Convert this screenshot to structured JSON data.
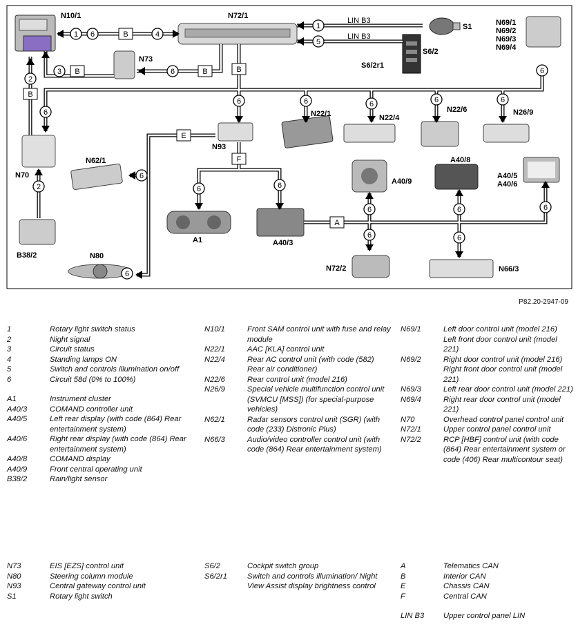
{
  "diagram": {
    "labels": {
      "N10_1": "N10/1",
      "N72_1": "N72/1",
      "S1": "S1",
      "S6_2": "S6/2",
      "S6_2r1": "S6/2r1",
      "N69_block": [
        "N69/1",
        "N69/2",
        "N69/3",
        "N69/4"
      ],
      "N73": "N73",
      "N70": "N70",
      "B38_2": "B38/2",
      "N62_1": "N62/1",
      "N80": "N80",
      "N93": "N93",
      "N22_1": "N22/1",
      "N22_4": "N22/4",
      "N22_6": "N22/6",
      "N26_9": "N26/9",
      "A1": "A1",
      "A40_3": "A40/3",
      "A40_9": "A40/9",
      "A40_8": "A40/8",
      "A40_5_6": [
        "A40/5",
        "A40/6"
      ],
      "N72_2": "N72/2",
      "N66_3": "N66/3",
      "lin1": "LIN B3",
      "lin2": "LIN B3"
    },
    "bus_letters": {
      "A": "A",
      "B": "B",
      "E": "E",
      "F": "F"
    },
    "signal_numbers": [
      "1",
      "2",
      "3",
      "4",
      "5",
      "6"
    ]
  },
  "figure_ref": "P82.20-2947-09",
  "legend": {
    "signals": [
      {
        "code": "1",
        "text": "Rotary light switch status"
      },
      {
        "code": "2",
        "text": "Night signal"
      },
      {
        "code": "3",
        "text": "Circuit status"
      },
      {
        "code": "4",
        "text": "Standing lamps ON"
      },
      {
        "code": "5",
        "text": "Switch and controls illumination on/off"
      },
      {
        "code": "6",
        "text": "Circuit 58d (0% to 100%)"
      }
    ],
    "components_a": [
      {
        "code": "A1",
        "text": "Instrument cluster"
      },
      {
        "code": "A40/3",
        "text": "COMAND controller unit"
      },
      {
        "code": "A40/5",
        "text": "Left rear display (with code (864) Rear entertainment system)"
      },
      {
        "code": "A40/6",
        "text": "Right rear display (with code (864) Rear entertainment system)"
      },
      {
        "code": "A40/8",
        "text": "COMAND display"
      },
      {
        "code": "A40/9",
        "text": "Front central operating unit"
      },
      {
        "code": "B38/2",
        "text": "Rain/light sensor"
      }
    ],
    "components_b": [
      {
        "code": "N10/1",
        "text": "Front SAM control unit with fuse and relay module"
      },
      {
        "code": "N22/1",
        "text": "AAC [KLA] control unit"
      },
      {
        "code": "N22/4",
        "text": "Rear AC control unit (with code (582) Rear air conditioner)"
      },
      {
        "code": "N22/6",
        "text": "Rear control unit (model 216)"
      },
      {
        "code": "N26/9",
        "text": "Special vehicle multifunction control unit (SVMCU [MSS]) (for special-purpose vehicles)"
      },
      {
        "code": "N62/1",
        "text": "Radar sensors control unit (SGR) (with code (233) Distronic Plus)"
      },
      {
        "code": "N66/3",
        "text": "Audio/video controller control unit (with code (864) Rear entertainment system)"
      }
    ],
    "components_c": [
      {
        "code": "N69/1",
        "text": "Left door control unit (model 216)"
      },
      {
        "code": "",
        "text": "Left front door control unit (model 221)"
      },
      {
        "code": "N69/2",
        "text": "Right door control unit (model 216)"
      },
      {
        "code": "",
        "text": "Right front door control unit (model 221)"
      },
      {
        "code": "N69/3",
        "text": "Left rear door control unit (model 221)"
      },
      {
        "code": "N69/4",
        "text": "Right rear door control unit (model 221)"
      },
      {
        "code": "N70",
        "text": "Overhead control panel control unit"
      },
      {
        "code": "N72/1",
        "text": "Upper control panel control unit"
      },
      {
        "code": "N72/2",
        "text": "RCP [HBF] control unit (with code (864) Rear entertainment system or code (406) Rear multicontour seat)"
      }
    ],
    "bottom_a": [
      {
        "code": "N73",
        "text": "EIS [EZS] control unit"
      },
      {
        "code": "N80",
        "text": "Steering column module"
      },
      {
        "code": "N93",
        "text": "Central gateway control unit"
      },
      {
        "code": "S1",
        "text": "Rotary light switch"
      }
    ],
    "bottom_b": [
      {
        "code": "S6/2",
        "text": "Cockpit switch group"
      },
      {
        "code": "S6/2r1",
        "text": "Switch and controls illumination/ Night View Assist display brightness control"
      }
    ],
    "bottom_c": [
      {
        "code": "A",
        "text": "Telematics CAN"
      },
      {
        "code": "B",
        "text": "Interior CAN"
      },
      {
        "code": "E",
        "text": "Chassis CAN"
      },
      {
        "code": "F",
        "text": "Central CAN"
      },
      {
        "code": "",
        "text": ""
      },
      {
        "code": "LIN B3",
        "text": "Upper control panel LIN"
      }
    ]
  }
}
